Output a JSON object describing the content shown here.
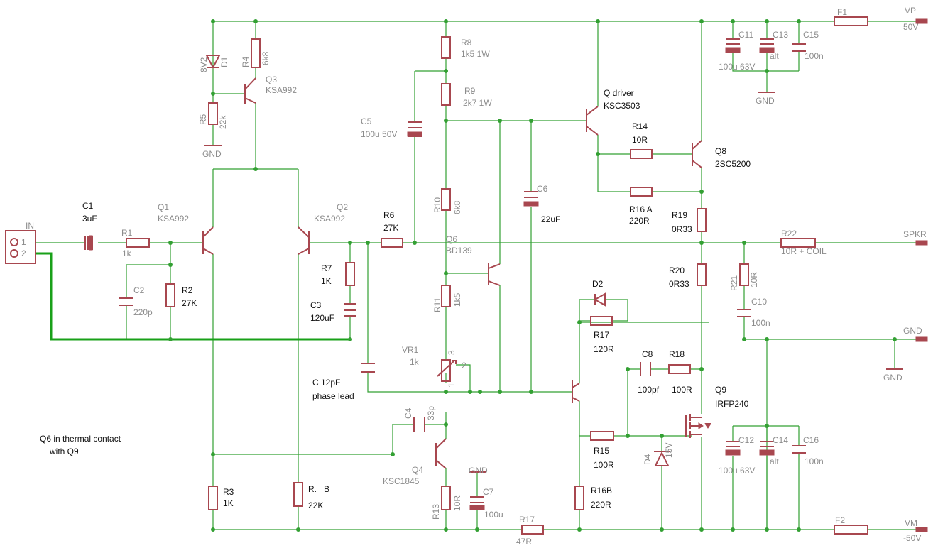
{
  "connector": {
    "name": "IN",
    "pin1": "1",
    "pin2": "2"
  },
  "rails": {
    "vp_name": "VP",
    "vp_value": "50V",
    "vm_name": "VM",
    "vm_value": "-50V",
    "spkr": "SPKR",
    "gnd": "GND",
    "f1": "F1",
    "f2": "F2"
  },
  "components": {
    "c1": {
      "name": "C1",
      "value": "3uF"
    },
    "r1": {
      "name": "R1",
      "value": "1k"
    },
    "c2": {
      "name": "C2",
      "value": "220p"
    },
    "r2": {
      "name": "R2",
      "value": "27K"
    },
    "d1": {
      "name": "D1",
      "value": "8V2"
    },
    "r4": {
      "name": "R4",
      "value": "6k8"
    },
    "r5": {
      "name": "R5",
      "value": "22k"
    },
    "q3": {
      "name": "Q3",
      "value": "KSA992"
    },
    "q1": {
      "name": "Q1",
      "value": "KSA992"
    },
    "q2": {
      "name": "Q2",
      "value": "KSA992"
    },
    "r3": {
      "name": "R3",
      "value": "1K"
    },
    "rb": {
      "name": "R.   B",
      "value": "22K"
    },
    "r6": {
      "name": "R6",
      "value": "27K"
    },
    "r7": {
      "name": "R7",
      "value": "1K"
    },
    "c3": {
      "name": "C3",
      "value": "120uF"
    },
    "cpl": {
      "name": "C 12pF",
      "value": "phase lead"
    },
    "c5": {
      "name": "C5",
      "value": "100u 50V"
    },
    "r8": {
      "name": "R8",
      "value": "1k5 1W"
    },
    "r9": {
      "name": "R9",
      "value": "2k7 1W"
    },
    "r10": {
      "name": "R10",
      "value": "6k8"
    },
    "q6": {
      "name": "Q6",
      "value": "BD139"
    },
    "r11": {
      "name": "R11",
      "value": "1k5"
    },
    "vr1": {
      "name": "VR1",
      "value": "1k",
      "p1": "1",
      "p2": "2",
      "p3": "3"
    },
    "c4": {
      "name": "C4",
      "value": "33p"
    },
    "q4": {
      "name": "Q4",
      "value": "KSC1845"
    },
    "r13": {
      "name": "R13",
      "value": "10R"
    },
    "c7": {
      "name": "C7",
      "value": "100u"
    },
    "c6": {
      "name": "C6",
      "value": "22uF"
    },
    "qdrv": {
      "name": "Q driver",
      "value": "KSC3503"
    },
    "r14": {
      "name": "R14",
      "value": "10R"
    },
    "r16a": {
      "name": "R16 A",
      "value": "220R"
    },
    "q8": {
      "name": "Q8",
      "value": "2SC5200"
    },
    "r19": {
      "name": "R19",
      "value": "0R33"
    },
    "r20": {
      "name": "R20",
      "value": "0R33"
    },
    "d2": {
      "name": "D2"
    },
    "r17a": {
      "name": "R17",
      "value": "120R"
    },
    "c8": {
      "name": "C8",
      "value": "100pf"
    },
    "r18": {
      "name": "R18",
      "value": "100R"
    },
    "q9": {
      "name": "Q9",
      "value": "IRFP240"
    },
    "r15": {
      "name": "R15",
      "value": "100R"
    },
    "r16b": {
      "name": "R16B",
      "value": "220R"
    },
    "d4": {
      "name": "D4",
      "value": "15V"
    },
    "r17b": {
      "name": "R17",
      "value": "47R"
    },
    "r21": {
      "name": "R21",
      "value": "10R"
    },
    "c10": {
      "name": "C10",
      "value": "100n"
    },
    "r22": {
      "name": "R22",
      "value": "10R + COIL"
    },
    "c11": {
      "name": "C11",
      "value": "100u 63V"
    },
    "c13": {
      "name": "C13",
      "value": "alt"
    },
    "c15": {
      "name": "C15",
      "value": "100n"
    },
    "c12": {
      "name": "C12",
      "value": "100u 63V"
    },
    "c14": {
      "name": "C14",
      "value": "alt"
    },
    "c16": {
      "name": "C16",
      "value": "100n"
    }
  },
  "note": {
    "line1": "Q6 in thermal contact",
    "line2": "with Q9"
  }
}
